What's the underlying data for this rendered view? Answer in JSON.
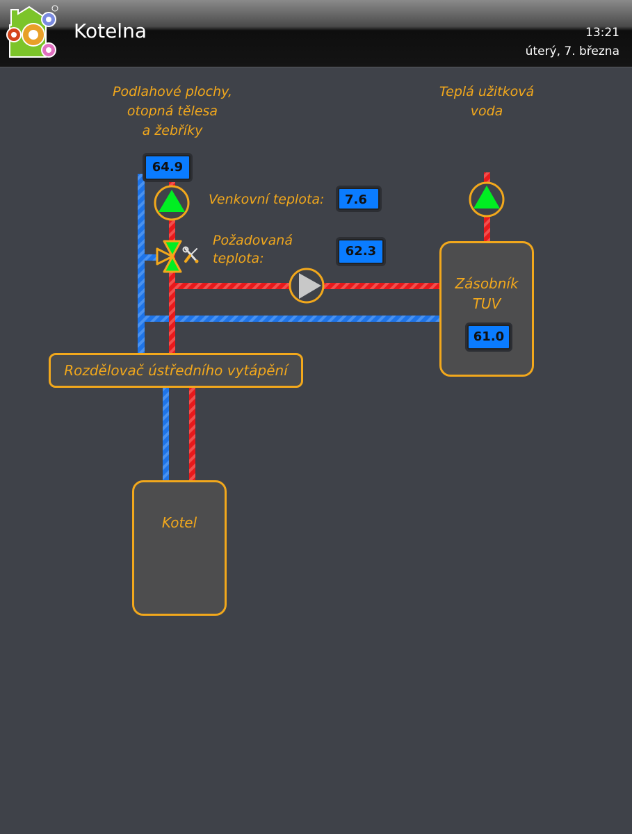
{
  "header": {
    "title": "Kotelna",
    "time": "13:21",
    "date": "úterý, 7. března",
    "logo_icon": "smart-home-logo"
  },
  "labels": {
    "floor_heating": [
      "Podlahové plochy,",
      "otopná tělesa",
      "a žebříky"
    ],
    "hot_water": [
      "Teplá užitková",
      "voda"
    ],
    "outdoor_temp": "Venkovní teplota:",
    "required_temp": [
      "Požadovaná",
      "teplota:"
    ],
    "distributor": "Rozdělovač ústředního vytápění",
    "boiler": "Kotel",
    "tank": [
      "Zásobník",
      "TUV"
    ]
  },
  "values": {
    "heating_circuit_temp": "64.9",
    "outdoor_temp": "7.6",
    "required_temp": "62.3",
    "tank_temp": "61.0"
  },
  "pumps": {
    "heating_pump": {
      "state": "on",
      "color": "#00ee22"
    },
    "hot_water_pump": {
      "state": "on",
      "color": "#00ee22"
    },
    "tank_pump": {
      "state": "off",
      "color": "#c8c8c8"
    }
  },
  "colors": {
    "hot_pipe": "#e8191b",
    "cold_pipe": "#1e74e8",
    "accent": "#f2a81c",
    "value_bg": "#0a7cff",
    "background": "#3f4249"
  }
}
